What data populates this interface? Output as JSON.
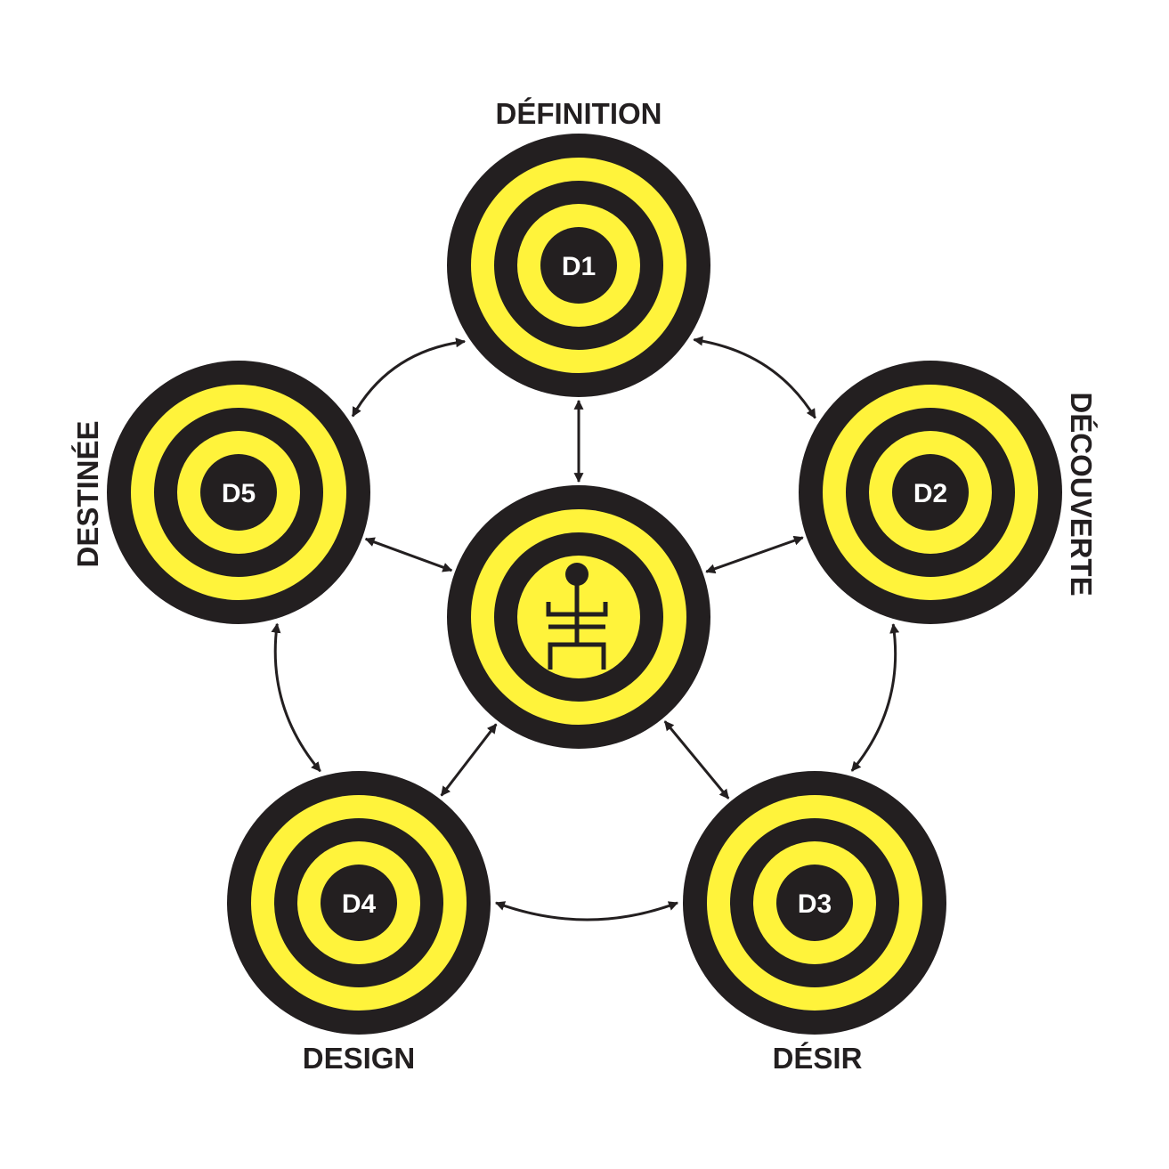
{
  "colors": {
    "ring_dark": "#231f20",
    "ring_light": "#fff33b",
    "arrow": "#231f20",
    "text": "#231f20",
    "code_text": "#ffffff"
  },
  "center": {
    "icon": "person-symbol-icon"
  },
  "targets": [
    {
      "code": "D1",
      "label": "DÉFINITION"
    },
    {
      "code": "D2",
      "label": "DÉCOUVERTE"
    },
    {
      "code": "D3",
      "label": "DÉSIR"
    },
    {
      "code": "D4",
      "label": "DESIGN"
    },
    {
      "code": "D5",
      "label": "DESTINÉE"
    }
  ],
  "connections": {
    "ring": [
      [
        "D1",
        "D2"
      ],
      [
        "D2",
        "D3"
      ],
      [
        "D3",
        "D4"
      ],
      [
        "D4",
        "D5"
      ],
      [
        "D5",
        "D1"
      ]
    ],
    "spokes": [
      [
        "center",
        "D1"
      ],
      [
        "center",
        "D2"
      ],
      [
        "center",
        "D3"
      ],
      [
        "center",
        "D4"
      ],
      [
        "center",
        "D5"
      ]
    ],
    "bidirectional": true
  }
}
